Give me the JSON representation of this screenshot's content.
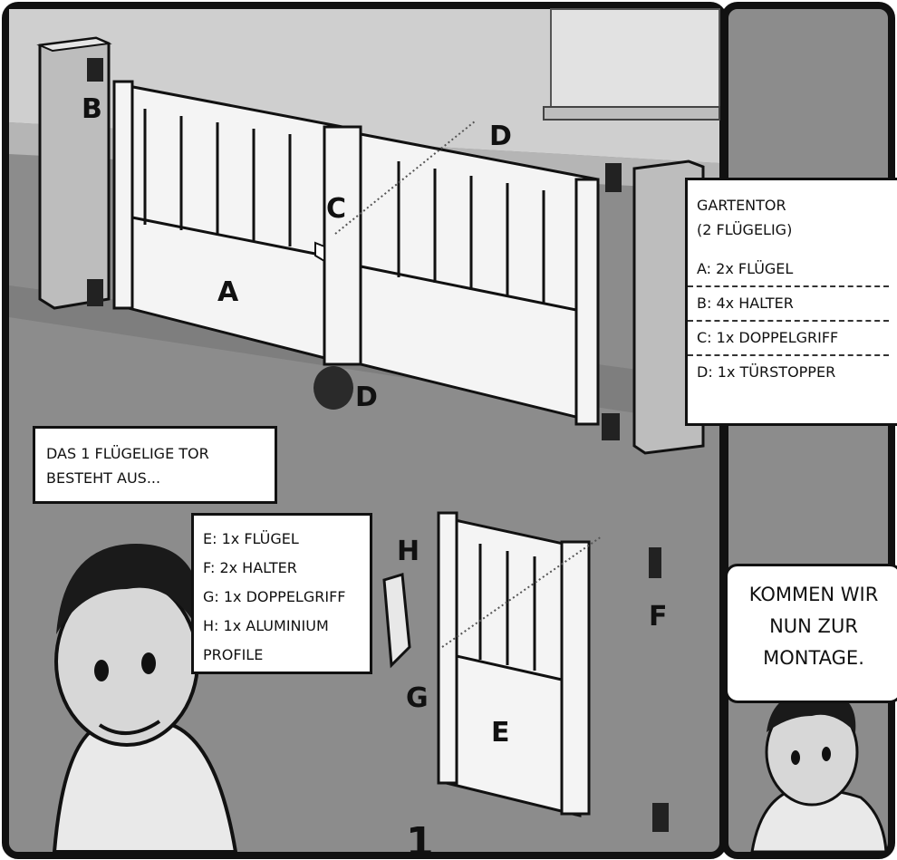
{
  "legend": {
    "title_line1": "GARTENTOR",
    "title_line2": "(2 FLÜGELIG)",
    "items": [
      {
        "text": "A: 2x FLÜGEL"
      },
      {
        "text": "B: 4x HALTER"
      },
      {
        "text": "C: 1x DOPPELGRIFF"
      },
      {
        "text": "D: 1x TÜRSTOPPER"
      }
    ]
  },
  "intro_bubble": {
    "line1": "DAS 1 FLÜGELIGE TOR",
    "line2": "BESTEHT AUS..."
  },
  "single_gate_list": {
    "items": [
      {
        "text": "E: 1x FLÜGEL"
      },
      {
        "text": "F: 2x HALTER"
      },
      {
        "text": "G: 1x DOPPELGRIFF"
      },
      {
        "text": "H: 1x ALUMINIUM"
      },
      {
        "text": "PROFILE"
      }
    ]
  },
  "side_bubble": {
    "line1": "KOMMEN WIR",
    "line2": "NUN ZUR",
    "line3": "MONTAGE."
  },
  "part_labels": {
    "a": "A",
    "b": "B",
    "c": "C",
    "d_top": "D",
    "d_bottom": "D",
    "e": "E",
    "f": "F",
    "g": "G",
    "h": "H"
  },
  "step_number": "1",
  "colors": {
    "ground": "#8c8c8c",
    "wall": "#c9c9c9",
    "gate": "#f4f4f4",
    "outline": "#111111"
  }
}
